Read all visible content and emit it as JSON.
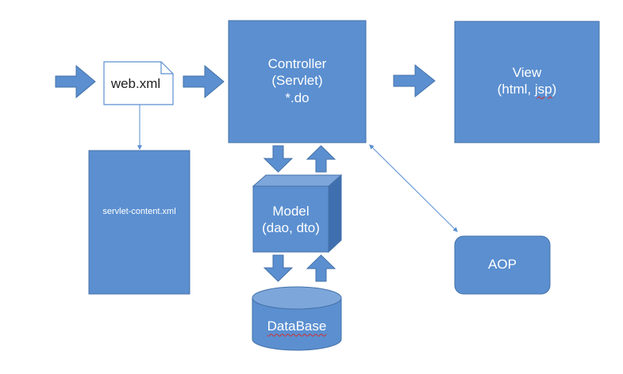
{
  "colors": {
    "box_fill": "#5B8FD0",
    "box_stroke": "#4472A8",
    "cube_top": "#7DA6DB",
    "cube_side": "#3F6FAE",
    "arrow_fill": "#5B8FD0",
    "connector": "#5B8FD0",
    "file_stroke": "#5B8FD0",
    "text_light": "#FFFFFF",
    "text_dark": "#1F1F1F",
    "spellcheck": "#D03030"
  },
  "nodes": {
    "web_xml": {
      "label": "web.xml"
    },
    "controller": {
      "line1": "Controller",
      "line2": "(Servlet)",
      "line3": "*.do"
    },
    "view": {
      "line1": "View",
      "line2_pre": "(html, ",
      "line2_mark": "jsp",
      "line2_post": ")"
    },
    "servlet_content": {
      "label": "servlet-content.xml"
    },
    "model": {
      "line1": "Model",
      "line2": "(dao, dto)"
    },
    "database": {
      "label": "DataBase"
    },
    "aop": {
      "label": "AOP"
    }
  }
}
